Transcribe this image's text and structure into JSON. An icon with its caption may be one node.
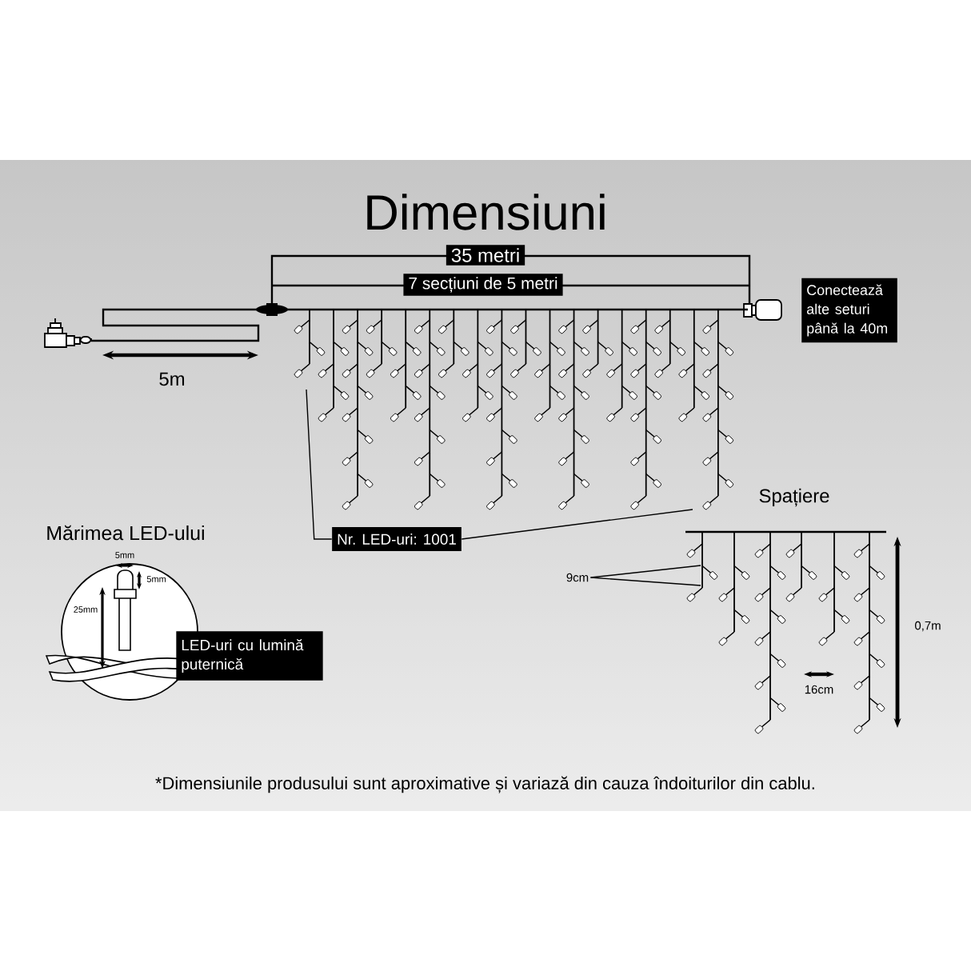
{
  "diagram": {
    "title": "Dimensiuni",
    "caption": "*Dimensiunile produsului sunt aproximative și variază din cauza îndoiturilor din cablu.",
    "nodes": [
      {
        "text": [
          "35 metri"
        ]
      },
      {
        "text": [
          "7 secțiuni de 5 metri"
        ]
      },
      {
        "text": [
          "Conectează alte seturi până la 40m"
        ]
      },
      {
        "text": [
          "Nr. LED-uri: 1001"
        ]
      },
      {
        "text": [
          "LED-uri cu lumină puternică"
        ]
      },
      {
        "text": [
          "9cm"
        ]
      },
      {
        "text": [],
        "shape": "picture"
      },
      {
        "text": [],
        "shape": "picture"
      }
    ],
    "edges": [
      {
        "from": 3,
        "to": 6,
        "arrow": "none"
      },
      {
        "from": 3,
        "to": 6,
        "arrow": "none"
      },
      {
        "from": 5,
        "to": 7,
        "arrow": "none"
      },
      {
        "from": 5,
        "to": 7,
        "arrow": "none"
      }
    ],
    "labels": [
      "5m",
      "Spațiere",
      "Mărimea LED-ului",
      "5mm",
      "5mm",
      "25mm",
      "0,7m",
      "16cm"
    ]
  }
}
